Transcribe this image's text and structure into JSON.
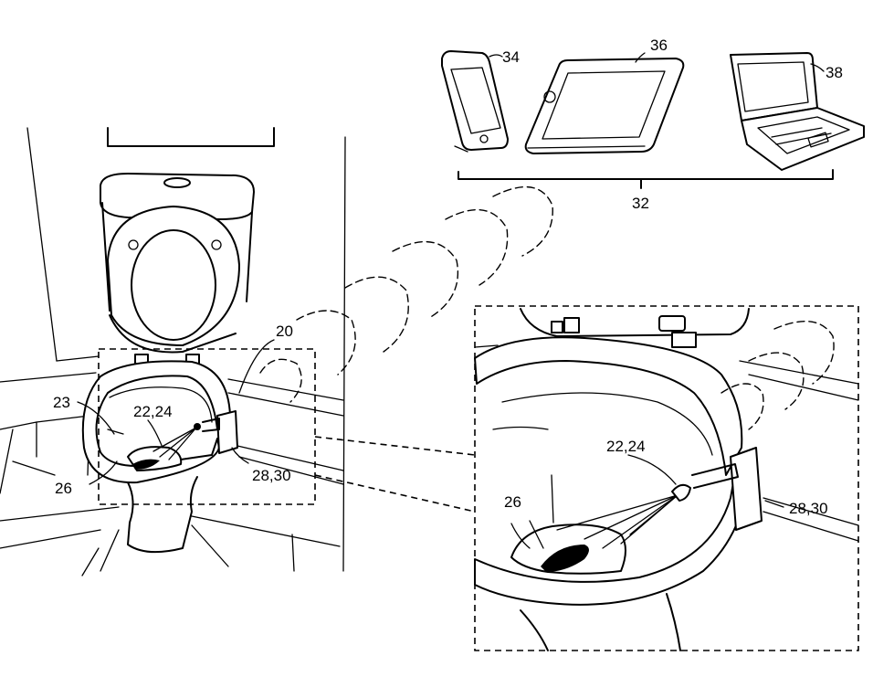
{
  "labels": {
    "system": "20",
    "sensor": "22,24",
    "bowl": "23",
    "waste": "26",
    "unit": "28,30",
    "devices_group": "32",
    "phone": "34",
    "tablet": "36",
    "laptop": "38"
  },
  "detail_labels": {
    "sensor": "22,24",
    "waste": "26",
    "unit": "28,30"
  }
}
